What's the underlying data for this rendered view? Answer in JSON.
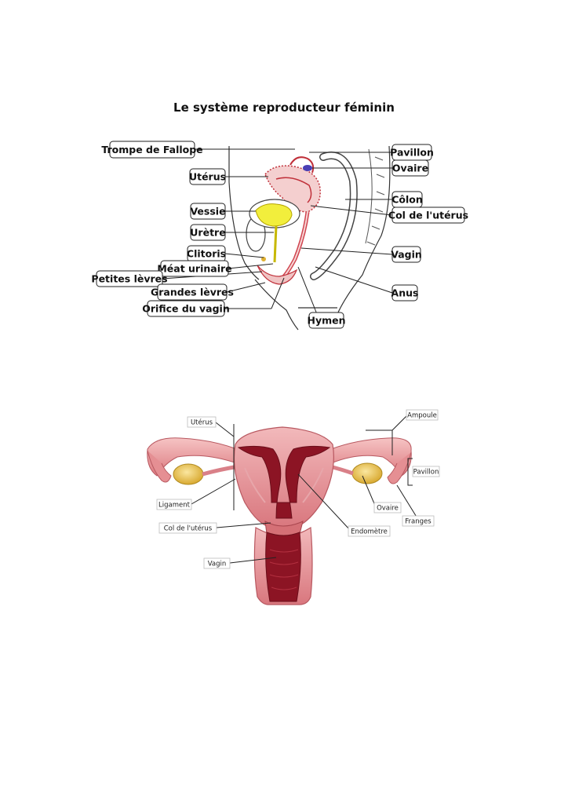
{
  "title": "Le système reproducteur féminin",
  "diagram1": {
    "labels": {
      "trompe": "Trompe de Fallope",
      "uterus": "Utérus",
      "vessie": "Vessie",
      "uretre": "Urètre",
      "clitoris": "Clitoris",
      "meat": "Méat urinaire",
      "petites": "Petites lèvres",
      "grandes": "Grandes lèvres",
      "orifice": "Orifice du vagin",
      "hymen": "Hymen",
      "pavillon": "Pavillon",
      "ovaire": "Ovaire",
      "colon": "Côlon",
      "col": "Col de l'utérus",
      "vagin": "Vagin",
      "anus": "Anus"
    }
  },
  "diagram2": {
    "labels": {
      "uterus": "Utérus",
      "ampoule": "Ampoule",
      "pavillon": "Pavillon",
      "ligament": "Ligament",
      "ovaire": "Ovaire",
      "franges": "Franges",
      "col": "Col de l'utérus",
      "endometre": "Endomètre",
      "vagin": "Vagin"
    }
  },
  "colors": {
    "tissue": "#e58f93",
    "tissue_dark": "#8c1424",
    "ovary": "#e8c04a",
    "bladder_fill": "#f2ee3c"
  }
}
